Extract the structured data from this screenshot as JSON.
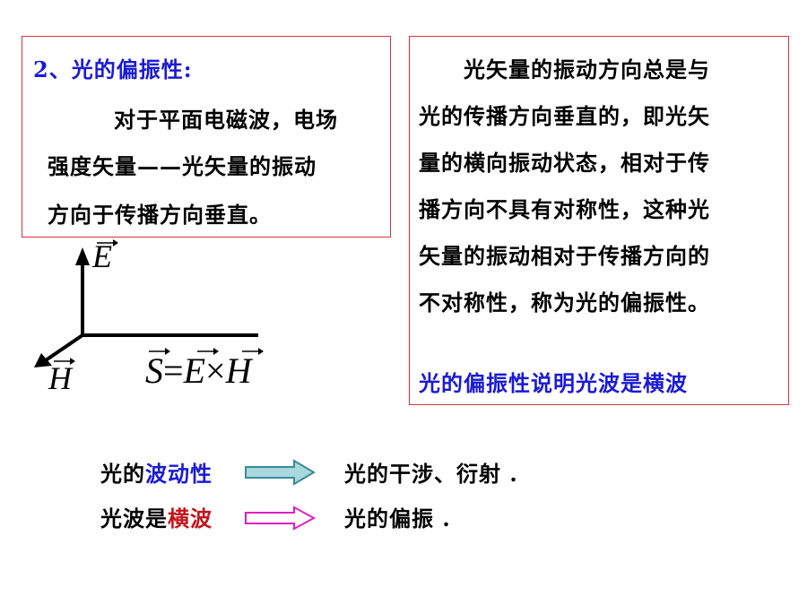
{
  "left_box": {
    "heading": "2、光的偏振性:",
    "lines": [
      "对于平面电磁波，电场",
      "强度矢量——光矢量的振动",
      "方向于传播方向垂直。"
    ]
  },
  "right_box": {
    "lines": [
      "光矢量的振动方向总是与",
      "光的传播方向垂直的，即光矢",
      "量的横向振动状态，相对于传",
      "播方向不具有对称性，这种光",
      "矢量的振动相对于传播方向的",
      "不对称性，称为光的偏振性。"
    ],
    "conclusion": "光的偏振性说明光波是横波"
  },
  "diagram": {
    "e_label": "E",
    "h_label": "H",
    "formula": {
      "s": "S",
      "eq": "=",
      "e": "E",
      "times": "×",
      "h": "H"
    }
  },
  "bottom": {
    "row1": {
      "prefix": "光的",
      "highlight": "波动性",
      "result": "光的干涉、衍射 ."
    },
    "row2": {
      "prefix": "光波是",
      "highlight": "横波",
      "result": "光的偏振 ."
    }
  },
  "colors": {
    "border": "#d9333f",
    "blue": "#1a1ad6",
    "red": "#c4121a",
    "arrow1_fill": "#a8d8dc",
    "arrow1_stroke": "#3a8a9a",
    "arrow2_fill": "#ffffff",
    "arrow2_stroke": "#e020c0"
  }
}
